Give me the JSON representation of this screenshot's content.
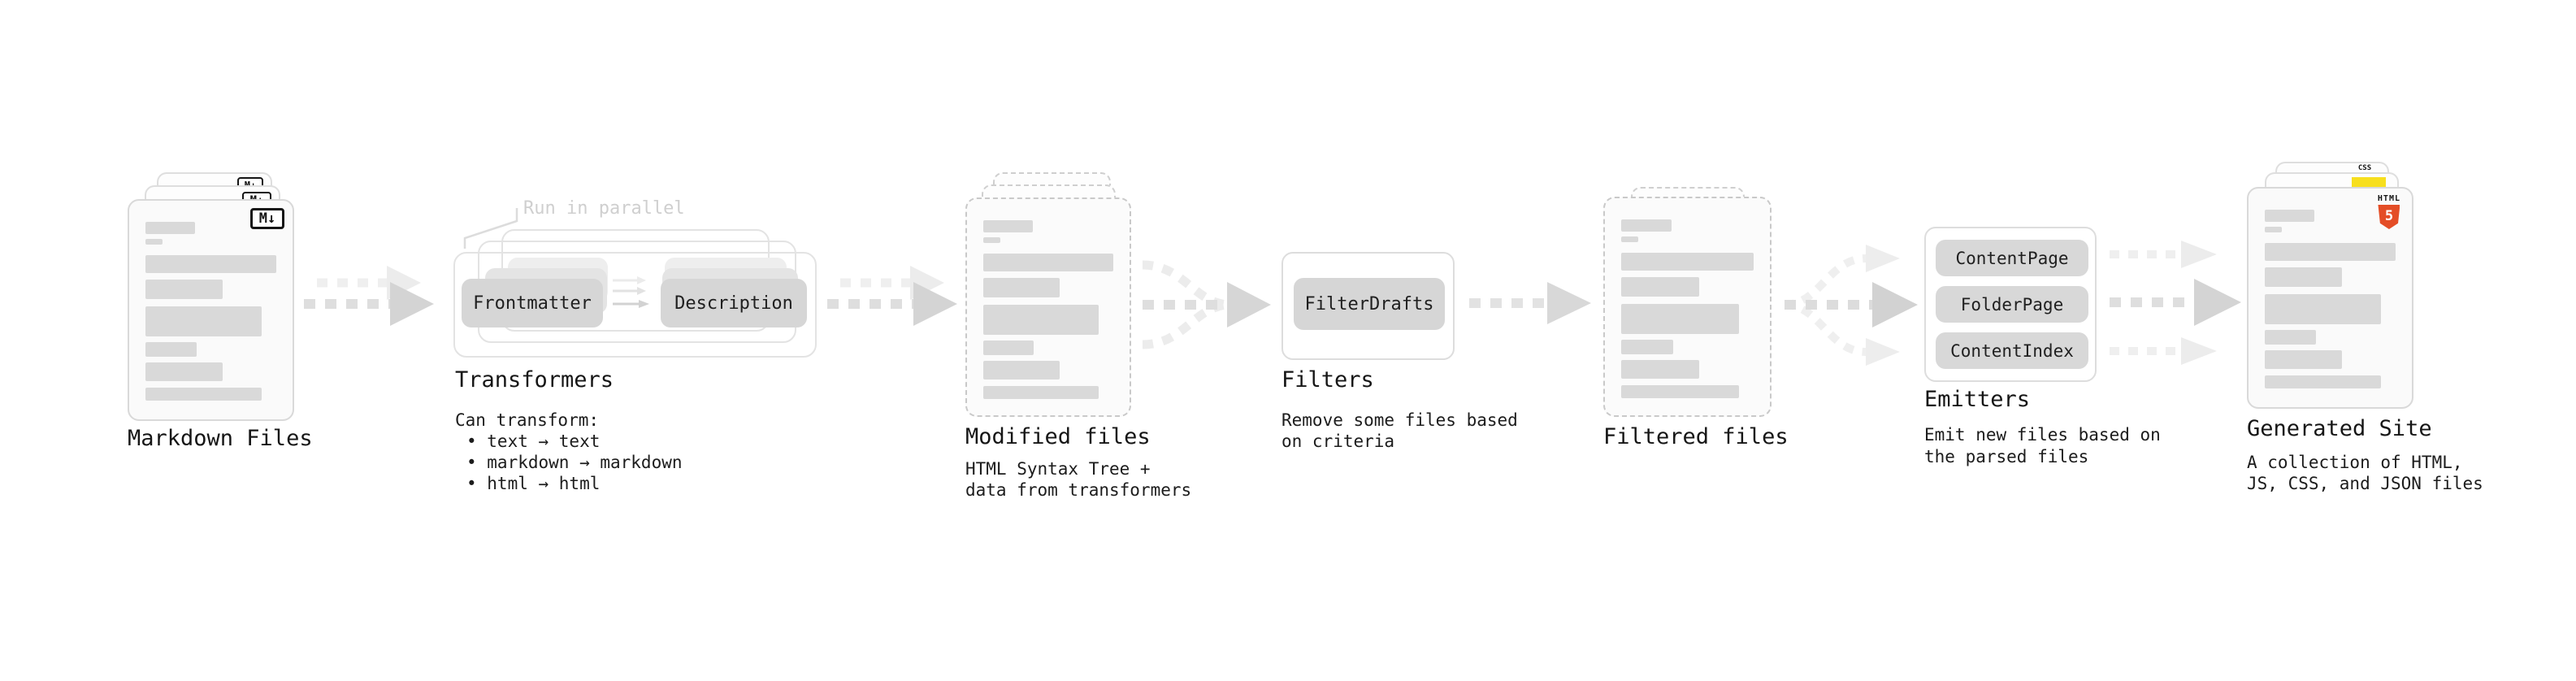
{
  "stages": {
    "markdown": {
      "title": "Markdown Files"
    },
    "transformers": {
      "title": "Transformers",
      "annotation": "Run in parallel",
      "nodes": {
        "left": "Frontmatter",
        "right": "Description"
      },
      "lines": [
        "Can transform:",
        "• text → text",
        "• markdown → markdown",
        "• html → html"
      ]
    },
    "modified": {
      "title": "Modified files",
      "lines": [
        "HTML Syntax Tree +",
        "data from transformers"
      ]
    },
    "filters": {
      "title": "Filters",
      "node": "FilterDrafts",
      "lines": [
        "Remove some files based",
        "on criteria"
      ]
    },
    "filtered": {
      "title": "Filtered files"
    },
    "emitters": {
      "title": "Emitters",
      "nodes": [
        "ContentPage",
        "FolderPage",
        "ContentIndex"
      ],
      "lines": [
        "Emit new files based on",
        "the parsed files"
      ]
    },
    "generated": {
      "title": "Generated Site",
      "lines": [
        "A collection of HTML,",
        "JS, CSS, and JSON files"
      ]
    }
  },
  "icons": {
    "markdown": "M↓",
    "html5_label": "HTML",
    "html5_number": "5",
    "css_label": "CSS"
  },
  "colors": {
    "html5_orange": "#e44d26",
    "js_yellow": "#f7df1e",
    "css_blue": "#2f6be4",
    "node_gray": "#d6d6d6",
    "bar_gray": "#d9d9d9"
  }
}
